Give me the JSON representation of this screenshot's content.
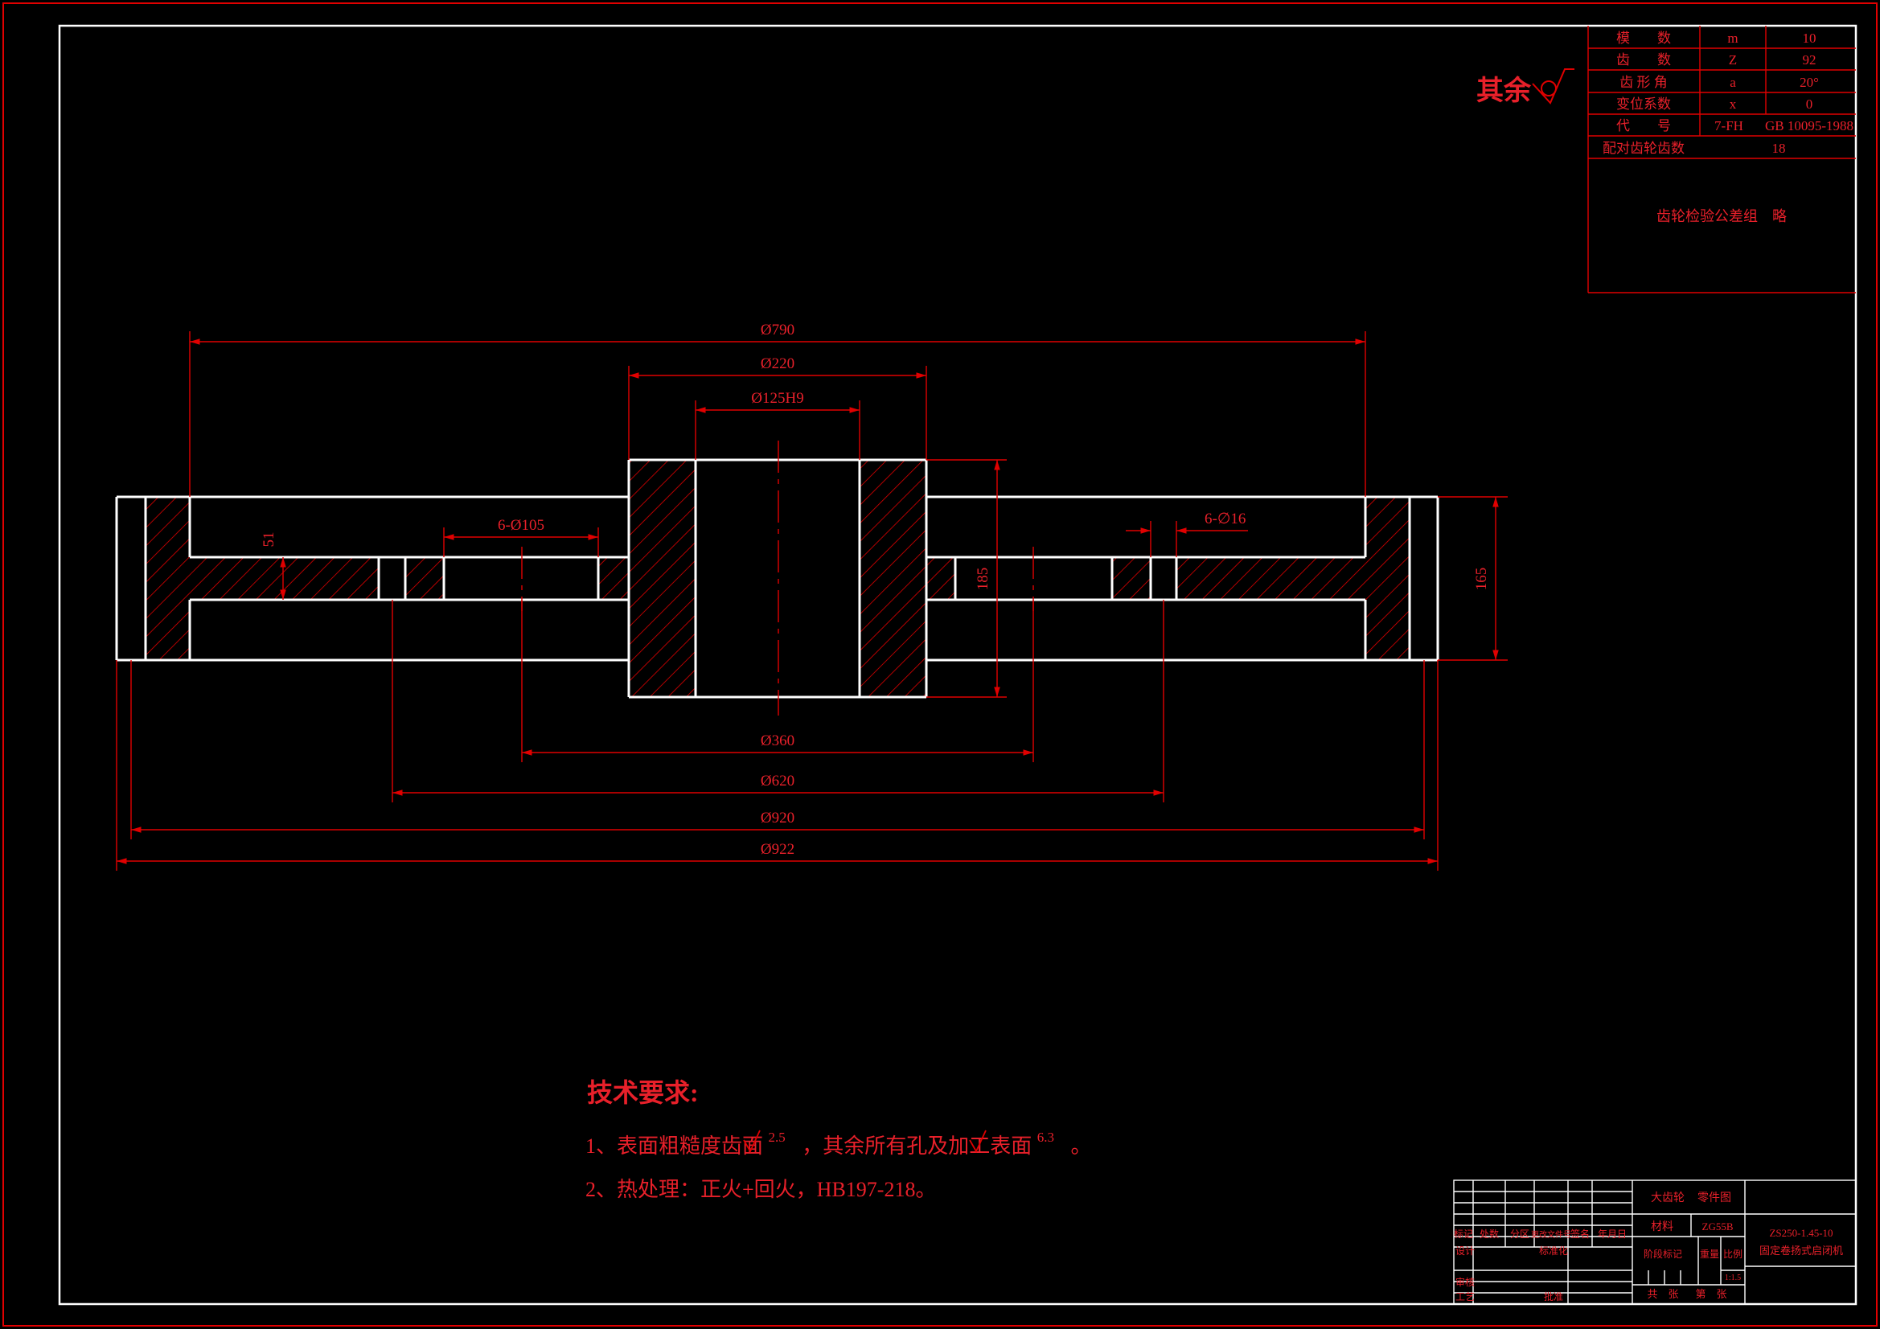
{
  "colors": {
    "background": "#000000",
    "geometry": "#ffffff",
    "annotation": "#e00000"
  },
  "roughness_note": {
    "label": "其余",
    "symbol": "machined-surface-roughness-icon"
  },
  "gear_params": {
    "rows": [
      {
        "name": "模　　数",
        "symbol": "m",
        "value": "10"
      },
      {
        "name": "齿　　数",
        "symbol": "Z",
        "value": "92"
      },
      {
        "name": "齿 形 角",
        "symbol": "a",
        "value": "20°"
      },
      {
        "name": "变位系数",
        "symbol": "x",
        "value": "0"
      },
      {
        "name": "代　　号",
        "symbol": "7-FH",
        "value": "GB 10095-1988"
      },
      {
        "name": "配对齿轮齿数",
        "symbol": "",
        "value": "18"
      }
    ],
    "tolerance_note": "齿轮检验公差组　略"
  },
  "dimensions": {
    "d790": "Ø790",
    "d220": "Ø220",
    "d125": "Ø125H9",
    "holes_large": "6-Ø105",
    "holes_small": "6-∅16",
    "rim_thickness": "51",
    "hub_width": "185",
    "rim_width": "165",
    "d360": "Ø360",
    "d620": "Ø620",
    "d920": "Ø920",
    "d922": "Ø922"
  },
  "tech_requirements": {
    "title": "技术要求:",
    "line1_prefix": "1、表面粗糙度齿面",
    "line1_ra1": "2.5",
    "line1_middle": "，其余所有孔及加工表面",
    "line1_ra2": "6.3",
    "line1_suffix": "。",
    "line2": "2、热处理：正火+回火，HB197-218。"
  },
  "title_block": {
    "part_name": "大齿轮",
    "drawing_type": "零件图",
    "material_label": "材料",
    "material": "ZG55B",
    "drawing_no": "ZS250-1.45-10",
    "product_name": "固定卷扬式启闭机",
    "header_mark": "标记",
    "header_count": "处数",
    "header_zone": "分区",
    "header_doc": "更改文件号",
    "header_sign": "签名",
    "header_date": "年月日",
    "design": "设计",
    "standardize": "标准化",
    "stage_mark": "阶段标记",
    "weight": "重量",
    "scale_label": "比例",
    "scale": "1:1.5",
    "review": "审核",
    "process": "工艺",
    "approve": "批准",
    "sheets_total": "共　张",
    "sheet_no": "第　张"
  }
}
